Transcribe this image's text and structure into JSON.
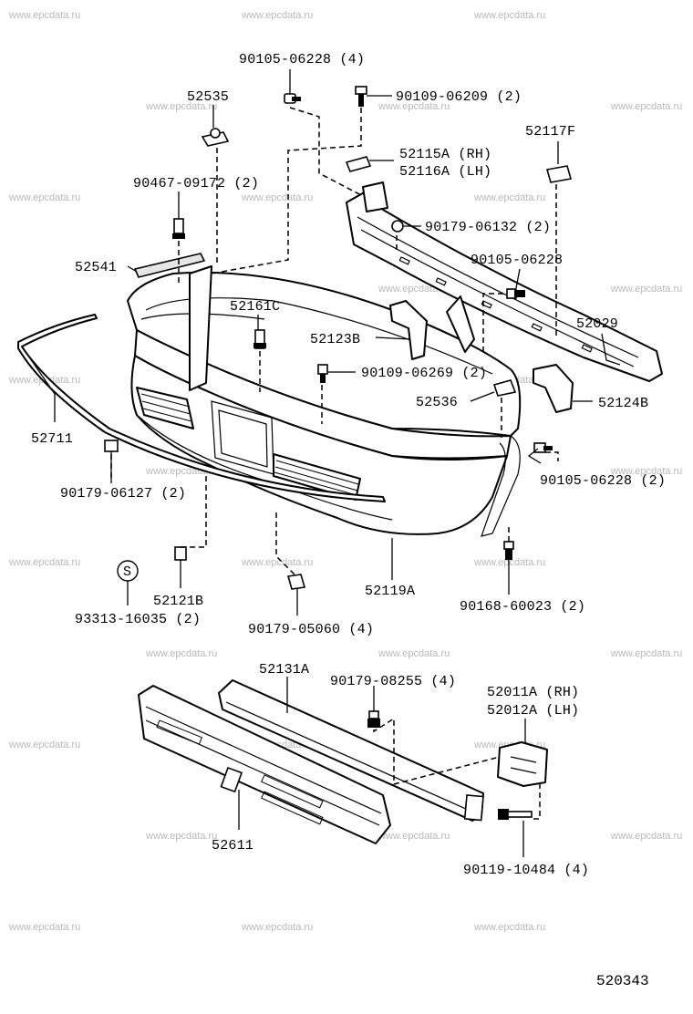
{
  "watermark": "www.epcdata.ru",
  "diagram_code": "520343",
  "symbols": {
    "standard_part_mark": "S"
  },
  "labels": {
    "p90105_06228_4_top": "90105-06228 (4)",
    "p90109_06209": "90109-06209 (2)",
    "p52535": "52535",
    "p52115a": "52115A (RH)",
    "p52116a": "52116A (LH)",
    "p52117f": "52117F",
    "p90467": "90467-09172 (2)",
    "p90179_06132": "90179-06132 (2)",
    "p52541": "52541",
    "p90105_06228_single": "90105-06228",
    "p52161c": "52161C",
    "p52029": "52029",
    "p52123b": "52123B",
    "p90109_06269": "90109-06269 (2)",
    "p52536": "52536",
    "p52124b": "52124B",
    "p52711": "52711",
    "p90105_06228_2": "90105-06228 (2)",
    "p90179_06127": "90179-06127 (2)",
    "p52121b": "52121B",
    "p52119a": "52119A",
    "p93313": "93313-16035 (2)",
    "p90179_05060": "90179-05060 (4)",
    "p90168": "90168-60023 (2)",
    "p52131a": "52131A",
    "p90179_08255": "90179-08255 (4)",
    "p52011a": "52011A (RH)",
    "p52012a": "52012A (LH)",
    "p52611": "52611",
    "p90119": "90119-10484 (4)"
  }
}
